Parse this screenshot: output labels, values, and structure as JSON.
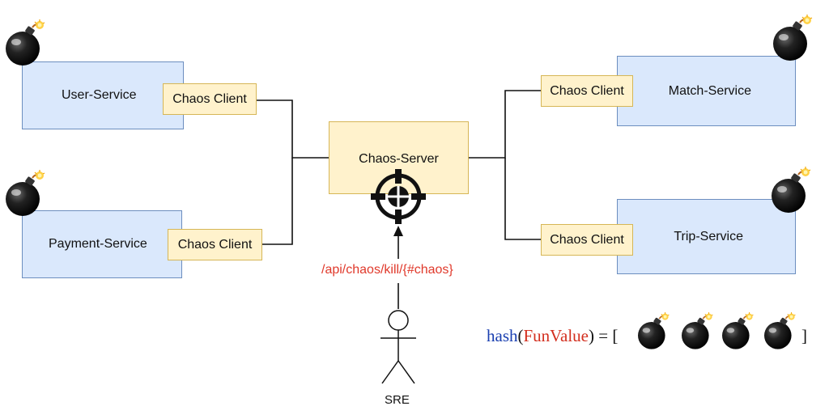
{
  "services": {
    "user": "User-Service",
    "payment": "Payment-Service",
    "match": "Match-Service",
    "trip": "Trip-Service"
  },
  "client_label": "Chaos Client",
  "server_label": "Chaos-Server",
  "api_path": "/api/chaos/kill/{#chaos}",
  "actor_label": "SRE",
  "formula": {
    "fn": "hash",
    "open_paren": "(",
    "arg": "FunValue",
    "close_eq": ") = [",
    "close_bracket": "]"
  },
  "colors": {
    "service_fill": "#dae8fc",
    "service_stroke": "#6c8ebf",
    "client_fill": "#fff2cc",
    "client_stroke": "#d6b656",
    "api_text": "#e0392b",
    "hash_text": "#1a3fb0",
    "funvalue_text": "#d32f1f"
  },
  "icons": [
    "bomb-icon",
    "target-crosshair-icon",
    "stick-figure-icon"
  ]
}
